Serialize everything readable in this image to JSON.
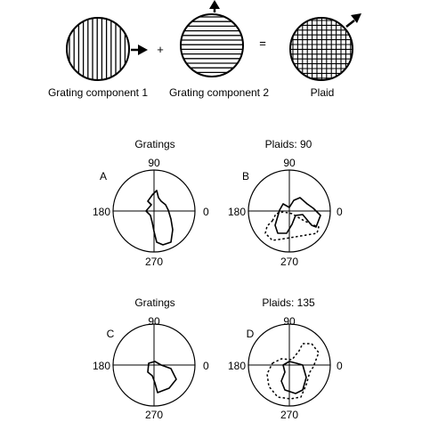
{
  "top": {
    "component1_label": "Grating component 1",
    "component2_label": "Grating component 2",
    "plaid_label": "Plaid",
    "plus_sign": "+",
    "equals_sign": "="
  },
  "panels": [
    {
      "id": "A",
      "title": "Gratings",
      "letter": "A",
      "ticks": {
        "top": "90",
        "left": "180",
        "right": "0",
        "bottom": "270"
      }
    },
    {
      "id": "B",
      "title": "Plaids: 90",
      "letter": "B",
      "ticks": {
        "top": "90",
        "left": "180",
        "right": "0",
        "bottom": "270"
      }
    },
    {
      "id": "C",
      "title": "Gratings",
      "letter": "C",
      "ticks": {
        "top": "90",
        "left": "180",
        "right": "0",
        "bottom": "270"
      }
    },
    {
      "id": "D",
      "title": "Plaids: 135",
      "letter": "D",
      "ticks": {
        "top": "90",
        "left": "180",
        "right": "0",
        "bottom": "270"
      }
    }
  ],
  "colors": {
    "stroke": "#000000",
    "background": "#ffffff"
  }
}
